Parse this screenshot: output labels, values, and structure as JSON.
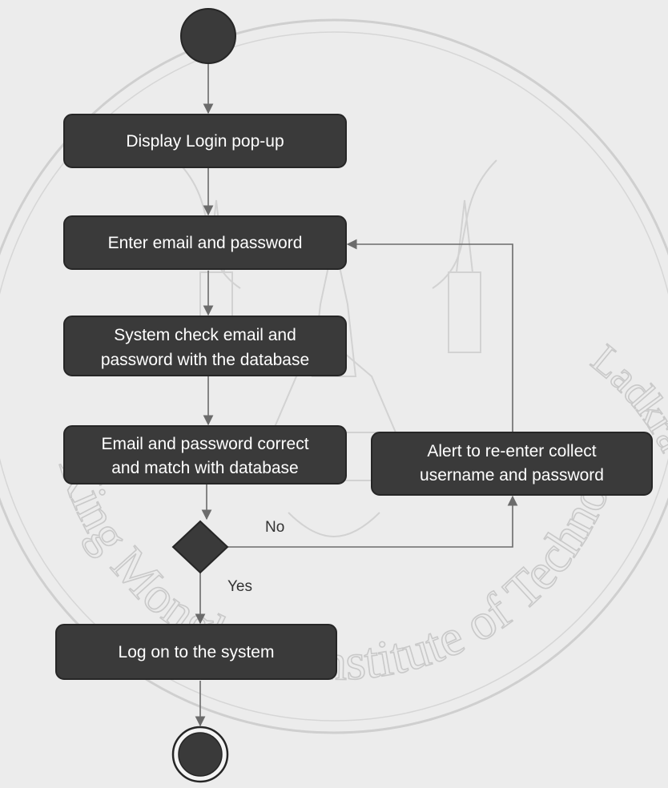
{
  "diagram": {
    "nodes": {
      "display_login": "Display Login pop-up",
      "enter_credentials": "Enter email and password",
      "system_check": [
        "System check email and",
        "password with the database"
      ],
      "credentials_correct": [
        "Email and password correct",
        "and match with database"
      ],
      "alert_reenter": [
        "Alert to re-enter collect",
        "username and password"
      ],
      "log_on": "Log on to the system"
    },
    "edges": {
      "no_label": "No",
      "yes_label": "Yes"
    },
    "watermark": {
      "left": "King Mongkut's Institute of Technology",
      "right": "Ladkrabang"
    }
  },
  "colors": {
    "box_fill": "#3a3a3a",
    "box_border": "#262626",
    "line": "#6b6b6b",
    "watermark": "#c9c9c9"
  }
}
